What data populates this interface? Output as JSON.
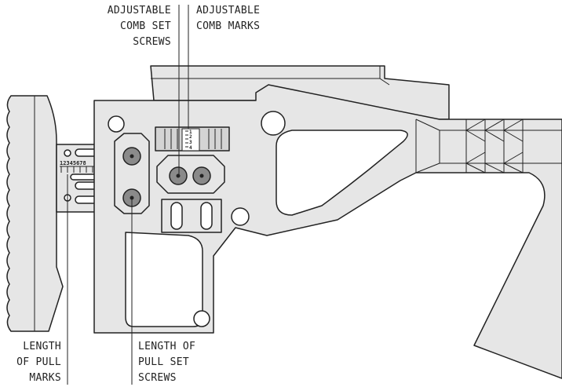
{
  "labels": {
    "comb_set_screws": [
      "ADJUSTABLE",
      "COMB SET",
      "SCREWS"
    ],
    "comb_marks": [
      "ADJUSTABLE",
      "COMB MARKS"
    ],
    "pull_marks": [
      "LENGTH",
      "OF PULL",
      "MARKS"
    ],
    "pull_set_screws": [
      "LENGTH OF",
      "PULL SET",
      "SCREWS"
    ]
  },
  "scale": {
    "pull_numbers": "12345678",
    "comb_numbers": [
      "1",
      "2",
      "3",
      "4"
    ]
  },
  "colors": {
    "fill": "#e6e6e6",
    "line": "#222222",
    "screw": "#8a8a8a",
    "background": "#ffffff"
  }
}
